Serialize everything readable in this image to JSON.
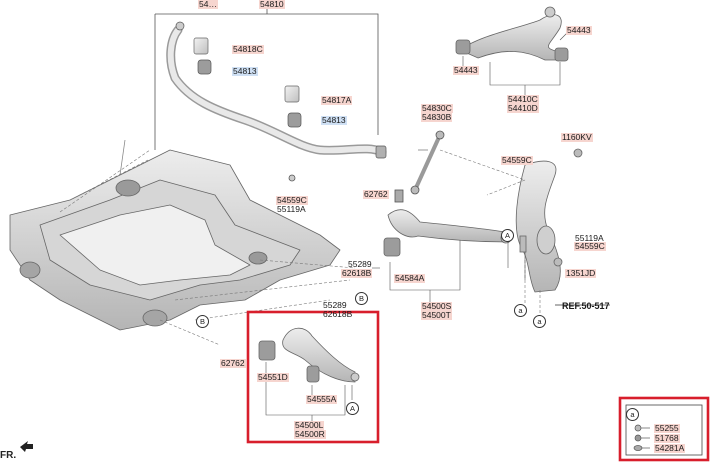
{
  "labels": {
    "l_54810": "54810",
    "l_54818c": "54818C",
    "l_54813_a": "54813",
    "l_54817a": "54817A",
    "l_54813_b": "54813",
    "l_54559c_a": "54559C",
    "l_55119a_a": "55119A",
    "l_54830c": "54830C",
    "l_54830b": "54830B",
    "l_62762_a": "62762",
    "l_55289_a": "55289",
    "l_62618b_a": "62618B",
    "l_54584a": "54584A",
    "l_54500s": "54500S",
    "l_54500t": "54500T",
    "l_55289_b": "55289",
    "l_62618b_b": "62618B",
    "l_62762_b": "62762",
    "l_54443_a": "54443",
    "l_54443_b": "54443",
    "l_54410c": "54410C",
    "l_54410d": "54410D",
    "l_1160kv": "1160KV",
    "l_54559c_b": "54559C",
    "l_55119a_b": "55119A",
    "l_54559c_c": "54559C",
    "l_1351jd": "1351JD",
    "l_ref": "REF.50-517",
    "l_54551d": "54551D",
    "l_54555a": "54555A",
    "l_54500l": "54500L",
    "l_54500r": "54500R",
    "l_55255": "55255",
    "l_51768": "51768",
    "l_54281a": "54281A",
    "l_top_cut": "54…"
  },
  "markers": {
    "a": "a",
    "A": "A",
    "B": "B"
  },
  "front_indicator": "FR.",
  "colors": {
    "label_bg": "#f6d5cf",
    "label_blue_bg": "#cfe0f4",
    "highlight_box": "#d81e2c",
    "line": "#444444",
    "part_fill": "#e6e6e6",
    "part_shadow": "#bdbdbd"
  }
}
